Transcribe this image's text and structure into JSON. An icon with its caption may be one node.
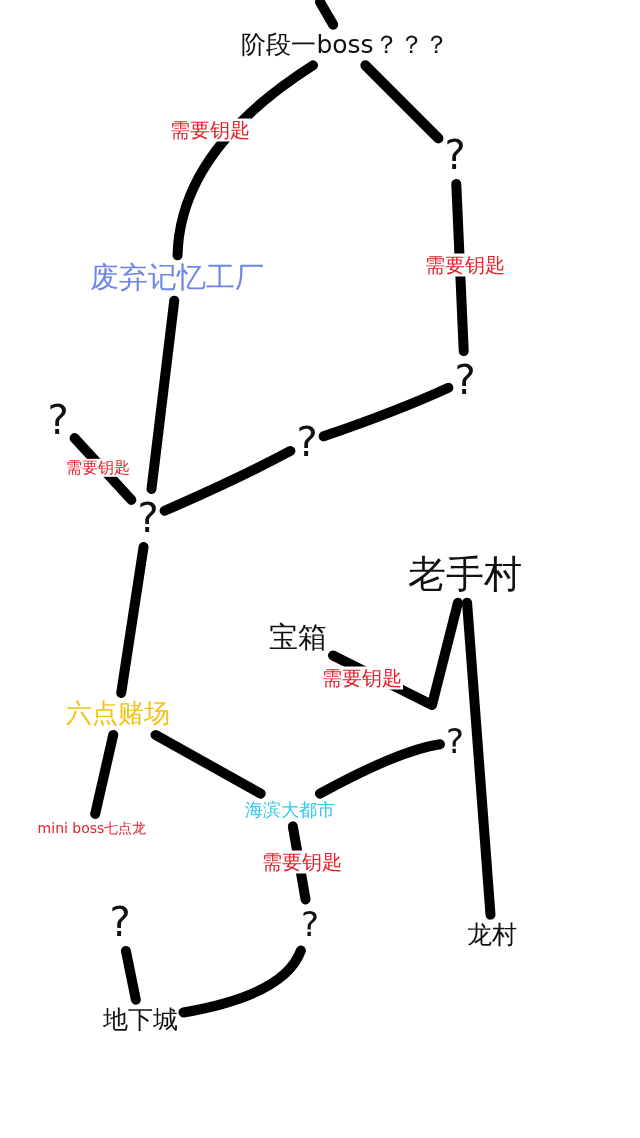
{
  "diagram": {
    "nodes": [
      {
        "text": [
          "阶段一boss？？？"
        ]
      },
      {
        "text": [
          "?"
        ]
      },
      {
        "text": [
          "?"
        ]
      },
      {
        "text": [
          "?"
        ]
      },
      {
        "text": [
          "废弃记忆工厂"
        ]
      },
      {
        "text": [
          "?"
        ]
      },
      {
        "text": [
          "?"
        ]
      },
      {
        "text": [
          "六点赌场"
        ]
      },
      {
        "text": [
          "mini boss七点龙"
        ]
      },
      {
        "text": [
          "老手村"
        ]
      },
      {
        "text": [
          "宝箱"
        ]
      },
      {
        "text": [
          "?"
        ]
      },
      {
        "text": [
          "海滨大都市"
        ]
      },
      {
        "text": [
          "?"
        ]
      },
      {
        "text": [
          "?"
        ]
      },
      {
        "text": [
          "地下城"
        ]
      },
      {
        "text": [
          "龙村"
        ]
      }
    ],
    "edges": [
      {
        "from": 0,
        "to": null,
        "arrow": "none"
      },
      {
        "from": 4,
        "to": 0,
        "arrow": "none",
        "label": "需要钥匙"
      },
      {
        "from": 0,
        "to": 1,
        "arrow": "none"
      },
      {
        "from": 1,
        "to": 2,
        "arrow": "none",
        "label": "需要钥匙"
      },
      {
        "from": 2,
        "to": 3,
        "arrow": "none"
      },
      {
        "from": 3,
        "to": 6,
        "arrow": "none"
      },
      {
        "from": 4,
        "to": 6,
        "arrow": "none"
      },
      {
        "from": 5,
        "to": 6,
        "arrow": "none",
        "label": "需要钥匙"
      },
      {
        "from": 6,
        "to": 7,
        "arrow": "none"
      },
      {
        "from": 7,
        "to": 8,
        "arrow": "none"
      },
      {
        "from": 7,
        "to": 12,
        "arrow": "none"
      },
      {
        "from": 12,
        "to": 11,
        "arrow": "none"
      },
      {
        "from": 12,
        "to": 14,
        "arrow": "none",
        "label": "需要钥匙"
      },
      {
        "from": 14,
        "to": 15,
        "arrow": "none"
      },
      {
        "from": 13,
        "to": 15,
        "arrow": "none"
      },
      {
        "from": 10,
        "to": 9,
        "arrow": "none",
        "label": "需要钥匙"
      },
      {
        "from": 9,
        "to": 16,
        "arrow": "none"
      }
    ]
  }
}
